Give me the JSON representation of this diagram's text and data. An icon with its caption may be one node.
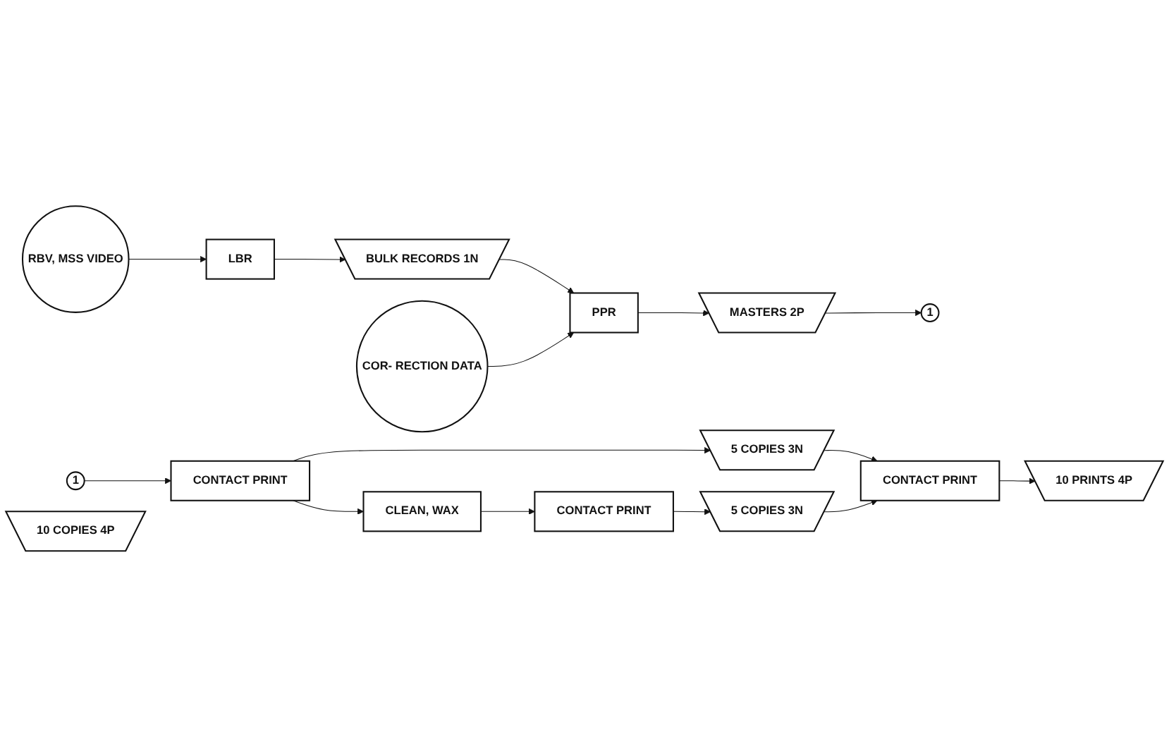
{
  "diagram": {
    "nodes": [
      {
        "text": [
          "RBV, MSS VIDEO"
        ]
      },
      {
        "text": [
          "LBR"
        ]
      },
      {
        "text": [
          "BULK RECORDS 1N"
        ]
      },
      {
        "text": [
          "COR- RECTION DATA"
        ]
      },
      {
        "text": [
          "PPR"
        ]
      },
      {
        "text": [
          "MASTERS 2P"
        ]
      },
      {
        "text": [
          "1"
        ]
      },
      {
        "text": [
          "1"
        ]
      },
      {
        "text": [
          "CONTACT PRINT"
        ]
      },
      {
        "text": [
          "CLEAN, WAX"
        ]
      },
      {
        "text": [
          "CONTACT PRINT"
        ]
      },
      {
        "text": [
          "5 COPIES 3N"
        ]
      },
      {
        "text": [
          "5 COPIES 3N"
        ]
      },
      {
        "text": [
          "CONTACT PRINT"
        ]
      },
      {
        "text": [
          "10 PRINTS 4P"
        ]
      },
      {
        "text": [
          "10 COPIES 4P"
        ]
      }
    ],
    "edges": [
      {
        "from": 0,
        "to": 1,
        "arrow": "to"
      },
      {
        "from": 1,
        "to": 2,
        "arrow": "to"
      },
      {
        "from": 2,
        "to": 4,
        "arrow": "to"
      },
      {
        "from": 3,
        "to": 4,
        "arrow": "to"
      },
      {
        "from": 4,
        "to": 5,
        "arrow": "to"
      },
      {
        "from": 5,
        "to": 6,
        "arrow": "to"
      },
      {
        "from": 7,
        "to": 8,
        "arrow": "to"
      },
      {
        "from": 8,
        "to": 9,
        "arrow": "to"
      },
      {
        "from": 9,
        "to": 10,
        "arrow": "to"
      },
      {
        "from": 8,
        "to": 11,
        "arrow": "to"
      },
      {
        "from": 10,
        "to": 12,
        "arrow": "to"
      },
      {
        "from": 11,
        "to": 13,
        "arrow": "to"
      },
      {
        "from": 12,
        "to": 13,
        "arrow": "to"
      },
      {
        "from": 13,
        "to": 14,
        "arrow": "to"
      }
    ]
  }
}
